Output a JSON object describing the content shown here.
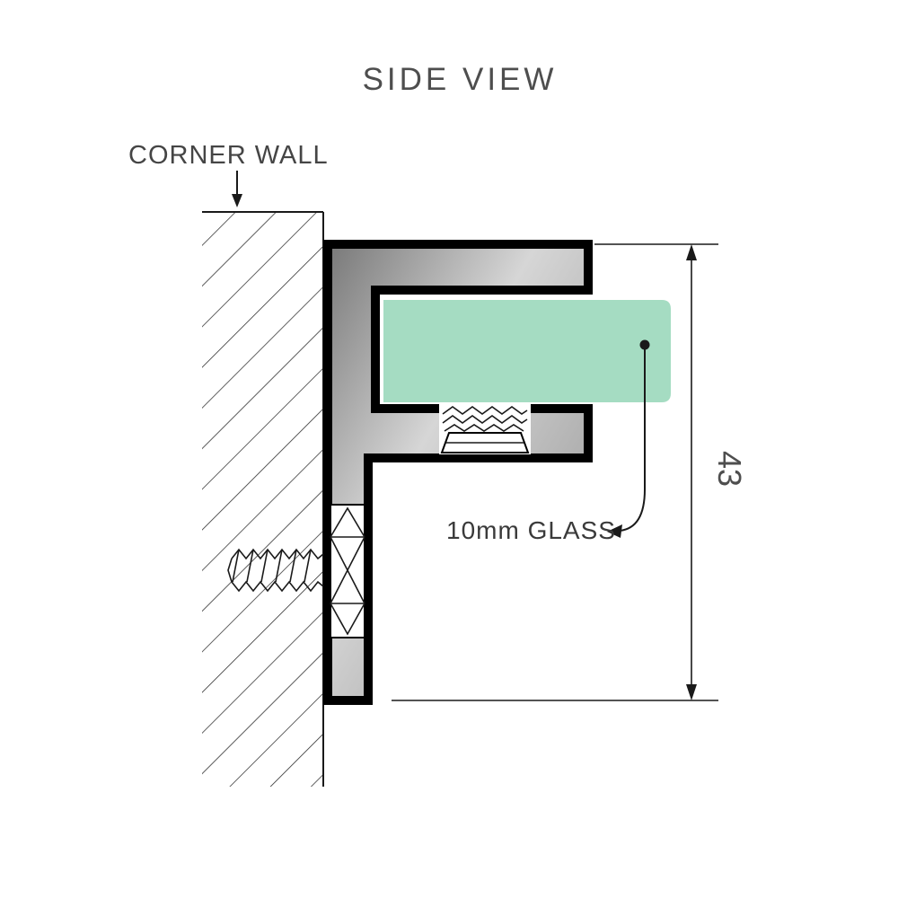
{
  "title": "SIDE VIEW",
  "labels": {
    "corner_wall": "CORNER WALL",
    "glass": "10mm GLASS",
    "dimension": "43"
  },
  "colors": {
    "glass_fill": "#a5dcc2",
    "metal_dark": "#787878",
    "metal_light": "#d6d6d6",
    "outline": "#000000",
    "text": "#4a4a4a"
  }
}
